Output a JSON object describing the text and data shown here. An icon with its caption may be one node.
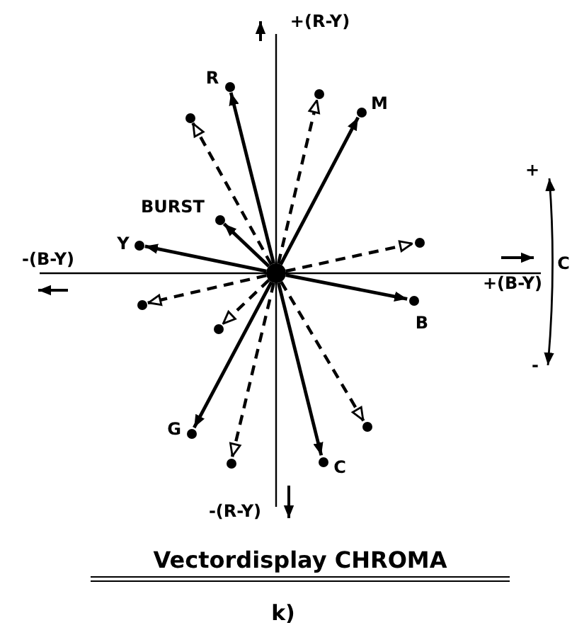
{
  "diagram": {
    "title": "Vectordisplay CHROMA",
    "caption": "k)",
    "nodes": [
      {
        "text": [],
        "shape": "circle"
      },
      {
        "text": [],
        "shape": "circle",
        "beside": [
          "R"
        ]
      },
      {
        "text": [],
        "shape": "circle"
      },
      {
        "text": [],
        "shape": "circle",
        "beside": [
          "M"
        ]
      },
      {
        "text": [],
        "shape": "circle"
      },
      {
        "text": [],
        "shape": "circle",
        "beside": [
          "BURST"
        ]
      },
      {
        "text": [],
        "shape": "circle"
      },
      {
        "text": [],
        "shape": "circle",
        "beside": [
          "Y"
        ]
      },
      {
        "text": [],
        "shape": "circle",
        "beside": [
          "B"
        ]
      },
      {
        "text": [],
        "shape": "circle"
      },
      {
        "text": [],
        "shape": "circle"
      },
      {
        "text": [],
        "shape": "circle"
      },
      {
        "text": [],
        "shape": "circle",
        "beside": [
          "G"
        ]
      },
      {
        "text": [],
        "shape": "circle",
        "beside": [
          "C"
        ]
      },
      {
        "text": [],
        "shape": "circle"
      }
    ],
    "edges": [
      {
        "from": 0,
        "to": 1,
        "arrow": "to"
      },
      {
        "from": 0,
        "to": 2,
        "arrow": "to",
        "style": "dashed"
      },
      {
        "from": 0,
        "to": 3,
        "arrow": "to"
      },
      {
        "from": 0,
        "to": 4,
        "arrow": "to",
        "style": "dashed"
      },
      {
        "from": 0,
        "to": 5,
        "arrow": "to"
      },
      {
        "from": 0,
        "to": 6,
        "arrow": "to",
        "style": "dashed"
      },
      {
        "from": 0,
        "to": 7,
        "arrow": "to"
      },
      {
        "from": 0,
        "to": 8,
        "arrow": "to"
      },
      {
        "from": 0,
        "to": 9,
        "arrow": "to",
        "style": "dashed"
      },
      {
        "from": 0,
        "to": 10,
        "arrow": "to",
        "style": "dashed"
      },
      {
        "from": 0,
        "to": 11,
        "arrow": "to",
        "style": "dashed"
      },
      {
        "from": 0,
        "to": 12,
        "arrow": "to"
      },
      {
        "from": 0,
        "to": 13,
        "arrow": "to"
      },
      {
        "from": 0,
        "to": 14,
        "arrow": "to",
        "style": "dashed"
      }
    ],
    "labels": [
      "+(R-Y)",
      "+",
      "-(B-Y)",
      "C",
      "+(B-Y)",
      "-",
      "-(R-Y)"
    ]
  }
}
